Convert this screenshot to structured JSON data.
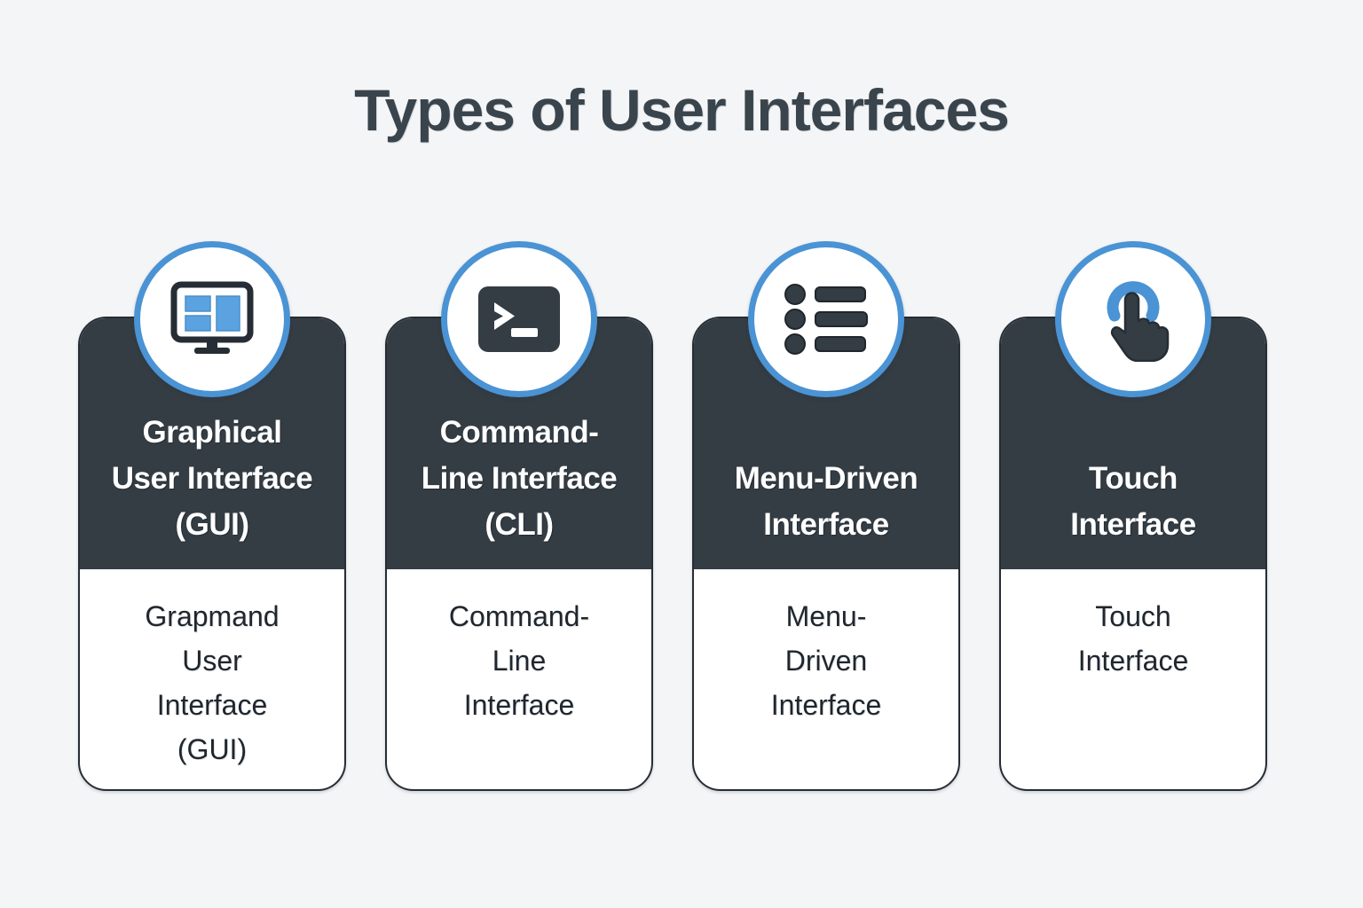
{
  "title": "Types of User Interfaces",
  "theme": {
    "background": "#f4f5f7",
    "header_dark": "#343c44",
    "body_light": "#ffffff",
    "accent_blue": "#4a93d4",
    "outline": "#262d35",
    "title_color": "#3a444c",
    "body_text_color": "#1f262d"
  },
  "cards": [
    {
      "icon": "monitor-icon",
      "heading": "Graphical\nUser Interface\n(GUI)",
      "body": "Grapmand\nUser\nInterface\n(GUI)"
    },
    {
      "icon": "terminal-icon",
      "heading": "Command-\nLine Interface\n(CLI)",
      "body": "Command-\nLine\nInterface"
    },
    {
      "icon": "list-icon",
      "heading": "Menu-Driven\nInterface",
      "body": "Menu-\nDriven\nInterface"
    },
    {
      "icon": "touch-hand-icon",
      "heading": "Touch\nInterface",
      "body": "Touch\nInterface"
    }
  ]
}
